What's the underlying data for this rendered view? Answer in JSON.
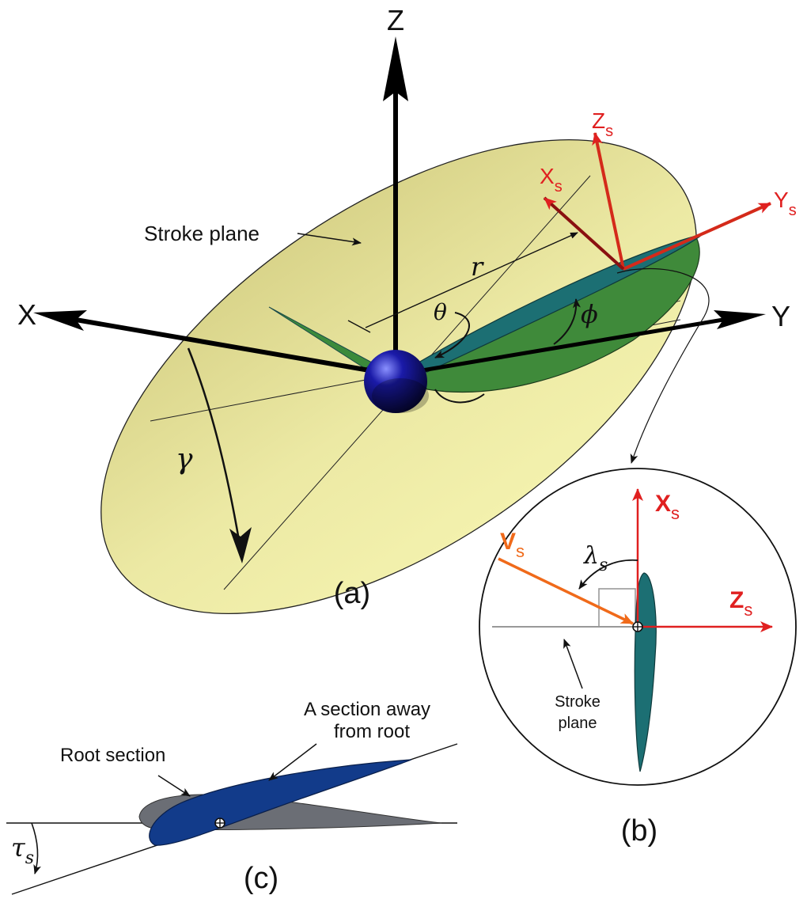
{
  "axes": {
    "z": "Z",
    "x": "X",
    "y": "Y"
  },
  "stroke_axes": {
    "x_base": "X",
    "x_sub": "s",
    "y_base": "Y",
    "y_sub": "s",
    "z_base": "Z",
    "z_sub": "s"
  },
  "angles": {
    "gamma": "γ",
    "theta": "θ",
    "phi": "ϕ",
    "r": "r"
  },
  "labels": {
    "stroke_plane": "Stroke plane",
    "panel_a": "(a)",
    "panel_b": "(b)",
    "panel_c": "(c)"
  },
  "inset_b": {
    "xs_base": "X",
    "xs_sub": "s",
    "zs_base": "Z",
    "zs_sub": "s",
    "vs_base": "V",
    "vs_sub": "s",
    "lambda_base": "λ",
    "lambda_sub": "s",
    "stroke_line1": "Stroke",
    "stroke_line2": "plane"
  },
  "panel_c": {
    "root_section": "Root section",
    "away_line1": "A section away",
    "away_line2": "from root",
    "tau_base": "τ",
    "tau_sub": "s"
  },
  "colors": {
    "stroke_plane_fill": "#f1ef9e",
    "wing_teal": "#1c6f73",
    "wing_green": "#3f8a3a",
    "body_blue": "#15157a",
    "stroke_axes_red": "#d42a1a",
    "velocity_orange": "#f06a1a",
    "root_section_gray": "#6b6e75",
    "away_section_blue": "#123b8a"
  }
}
